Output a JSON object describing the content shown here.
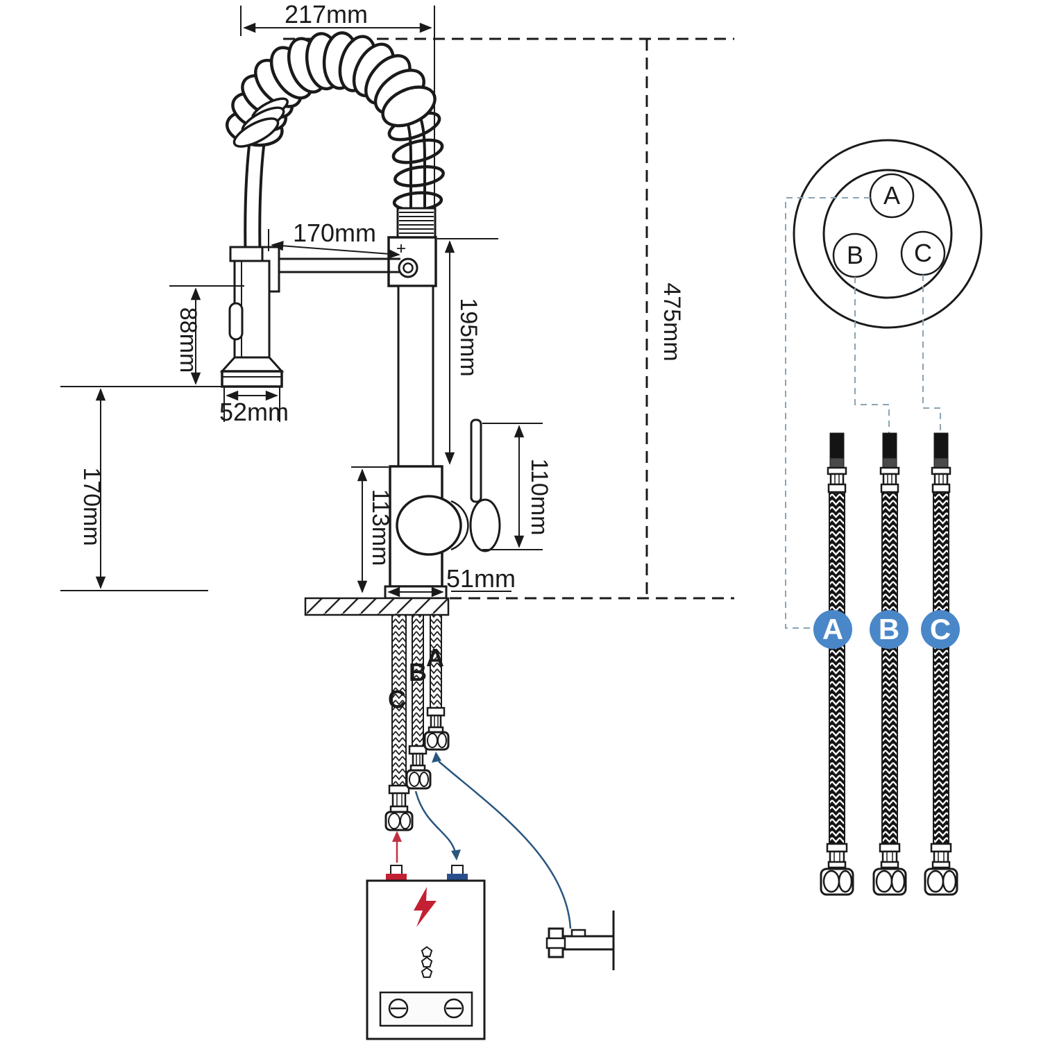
{
  "dimensions": {
    "top_width": "217mm",
    "arm_length": "170mm",
    "sprayer_length": "88mm",
    "sprayer_head_width": "52mm",
    "upper_column_height": "195mm",
    "overall_height": "475mm",
    "handle_height": "110mm",
    "body_height": "113mm",
    "base_width": "51mm",
    "under_spray_clearance": "170mm"
  },
  "plan_view": {
    "port_a": "A",
    "port_b": "B",
    "port_c": "C"
  },
  "hoses": {
    "badge_a": "A",
    "badge_b": "B",
    "badge_c": "C"
  },
  "under_sink": {
    "hose_a": "A",
    "hose_b": "B",
    "hose_c": "C"
  },
  "colors": {
    "badge_blue": "#4a87c9",
    "under_sink_blue": "#4a8fd4",
    "under_sink_red": "#d42133",
    "arrow_red": "#c03040",
    "arrow_blue": "#28567f",
    "bolt_red": "#c42033",
    "port_hot": "#c42033",
    "port_cold": "#2a4f8f",
    "leader": "#8aa3b5"
  }
}
